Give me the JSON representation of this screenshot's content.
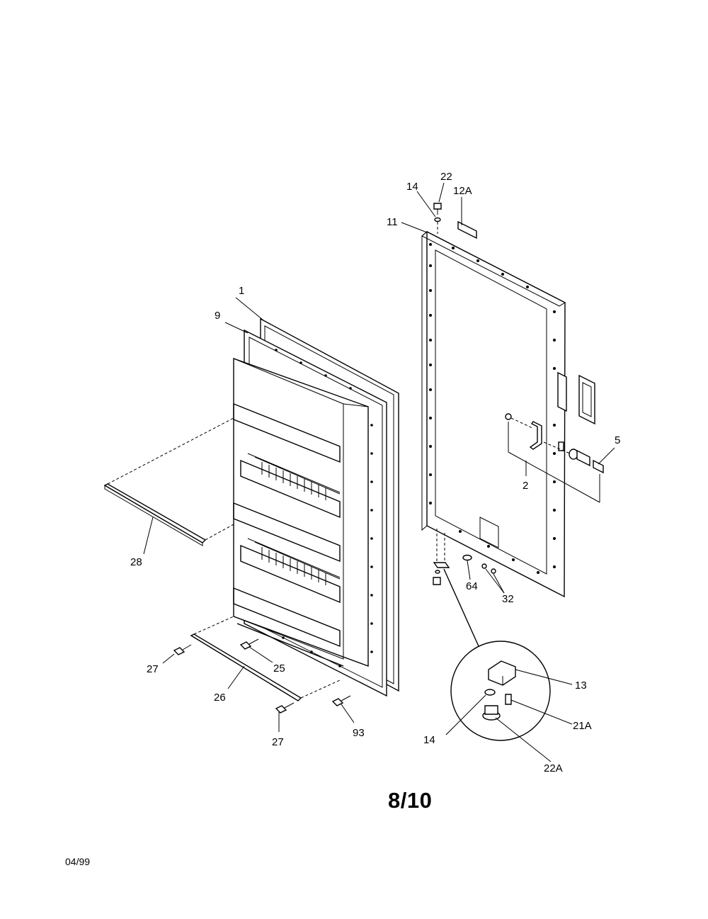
{
  "page": {
    "number": "8/10",
    "date_code": "04/99"
  },
  "callouts": {
    "c1": "1",
    "c9": "9",
    "c28": "28",
    "c27a": "27",
    "c26": "26",
    "c27b": "27",
    "c25": "25",
    "c93": "93",
    "c22": "22",
    "c14a": "14",
    "c12A": "12A",
    "c11": "11",
    "c5": "5",
    "c2": "2",
    "c64": "64",
    "c32": "32",
    "c13": "13",
    "c21A": "21A",
    "c14b": "14",
    "c22A": "22A"
  }
}
